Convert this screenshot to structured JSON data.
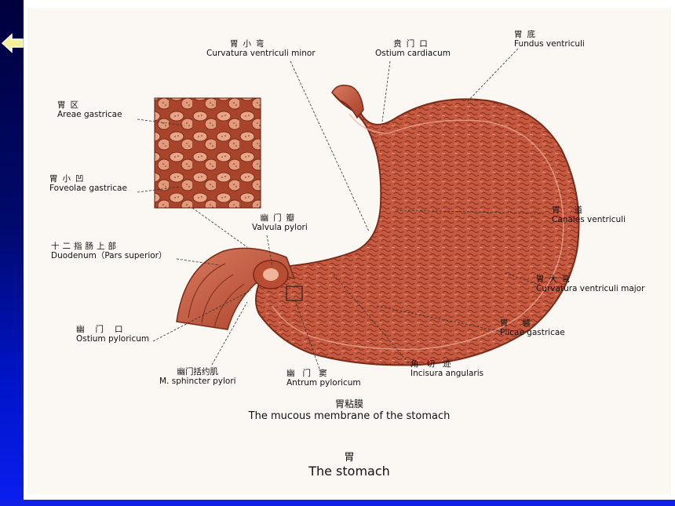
{
  "labels": {
    "curvatura_minor": {
      "cn": "胃小弯",
      "en": "Curvatura ventriculi minor"
    },
    "ostium_cardiacum": {
      "cn": "贲门口",
      "en": "Ostium cardiacum"
    },
    "fundus": {
      "cn": "胃底",
      "en": "Fundus ventriculi"
    },
    "areae": {
      "cn": "胃区",
      "en": "Areae gastricae"
    },
    "foveolae": {
      "cn": "胃小凹",
      "en": "Foveolae gastricae"
    },
    "valvula": {
      "cn": "幽门瓣",
      "en": "Valvula pylori"
    },
    "duodenum": {
      "cn": "十二指肠上部",
      "en": "Duodenum（Pars superior）"
    },
    "canales": {
      "cn": "胃道",
      "en": "Canales ventriculi"
    },
    "curvatura_major": {
      "cn": "胃大弯",
      "en": "Curvatura ventriculi major"
    },
    "ostium_pyloricum": {
      "cn": "幽门口",
      "en": "Ostium pyloricum"
    },
    "plicae": {
      "cn": "胃襞",
      "en": "Plicae gastricae"
    },
    "incisura": {
      "cn": "角切迹",
      "en": "Incisura angularis"
    },
    "sphincter": {
      "cn": "幽门括约肌",
      "en": "M. sphincter pylori"
    },
    "antrum": {
      "cn": "幽门窦",
      "en": "Antrum pyloricum"
    }
  },
  "captions": {
    "mucous_cn": "胃粘膜",
    "mucous_en": "The mucous membrane of the stomach",
    "stomach_cn": "胃",
    "stomach_en": "The stomach"
  },
  "colors": {
    "sidebar": "#000a6e",
    "bottom_bar": "#1020e6",
    "tissue": "#c4543a",
    "tissue_light": "#e39a7e"
  }
}
